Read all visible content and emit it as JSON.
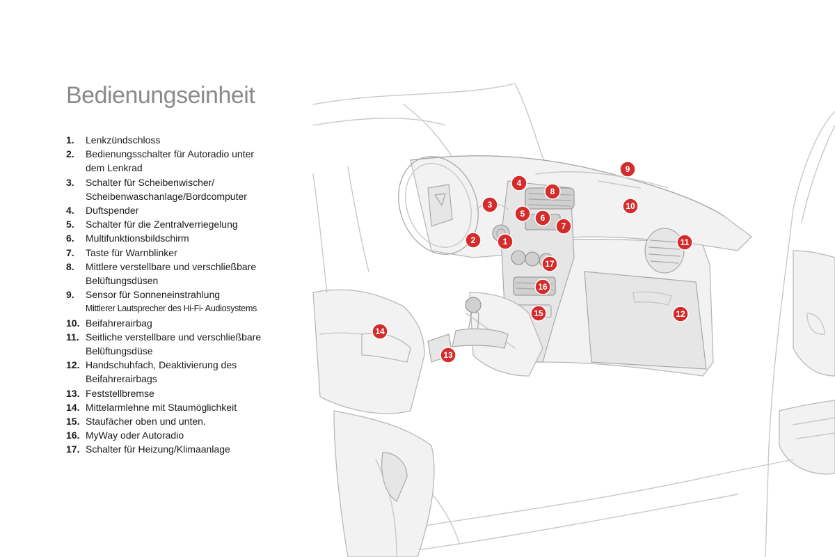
{
  "page": {
    "title": "Bedienungseinheit"
  },
  "legend": [
    {
      "num": "1.",
      "lines": [
        "Lenkzündschloss"
      ]
    },
    {
      "num": "2.",
      "lines": [
        "Bedienungsschalter für Autoradio unter",
        "dem Lenkrad"
      ]
    },
    {
      "num": "3.",
      "lines": [
        "Schalter für Scheibenwischer/",
        "Scheibenwaschanlage/Bordcomputer"
      ]
    },
    {
      "num": "4.",
      "lines": [
        "Duftspender"
      ]
    },
    {
      "num": "5.",
      "lines": [
        "Schalter für die Zentralverriegelung"
      ]
    },
    {
      "num": "6.",
      "lines": [
        "Multifunktionsbildschirm"
      ]
    },
    {
      "num": "7.",
      "lines": [
        "Taste für Warnblinker"
      ]
    },
    {
      "num": "8.",
      "lines": [
        "Mittlere verstellbare und verschließbare",
        "Belüftungsdüsen"
      ]
    },
    {
      "num": "9.",
      "lines": [
        "Sensor für Sonneneinstrahlung"
      ],
      "small": "Mittlerer Lautsprecher des Hi-Fi- Audiosystems"
    },
    {
      "num": "10.",
      "lines": [
        "Beifahrerairbag"
      ]
    },
    {
      "num": "11.",
      "lines": [
        "Seitliche verstellbare und verschließbare",
        "Belüftungsdüse"
      ]
    },
    {
      "num": "12.",
      "lines": [
        "Handschuhfach, Deaktivierung des",
        "Beifahrerairbags"
      ]
    },
    {
      "num": "13.",
      "lines": [
        "Feststellbremse"
      ]
    },
    {
      "num": "14.",
      "lines": [
        "Mittelarmlehne mit Staumöglichkeit"
      ]
    },
    {
      "num": "15.",
      "lines": [
        "Staufächer oben und unten."
      ]
    },
    {
      "num": "16.",
      "lines": [
        "MyWay oder Autoradio"
      ]
    },
    {
      "num": "17.",
      "lines": [
        "Schalter für Heizung/Klimaanlage"
      ]
    }
  ],
  "markers": [
    "1",
    "2",
    "3",
    "4",
    "5",
    "6",
    "7",
    "8",
    "9",
    "10",
    "11",
    "12",
    "13",
    "14",
    "15",
    "16",
    "17"
  ],
  "colors": {
    "marker": "#d42b2b",
    "title": "#8a8a8a",
    "line_art": "#c8c8c8"
  }
}
